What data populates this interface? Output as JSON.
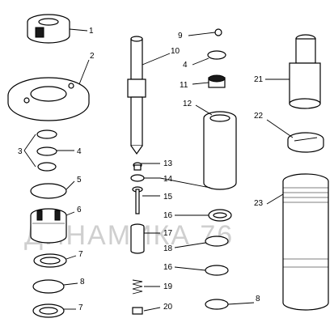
{
  "watermark": "ДИНАМИКА 76",
  "callouts": [
    "1",
    "2",
    "3",
    "4",
    "5",
    "6",
    "7",
    "8",
    "7",
    "9",
    "10",
    "4",
    "11",
    "12",
    "13",
    "14",
    "15",
    "16",
    "17",
    "18",
    "16",
    "19",
    "20",
    "21",
    "22",
    "23",
    "8"
  ]
}
